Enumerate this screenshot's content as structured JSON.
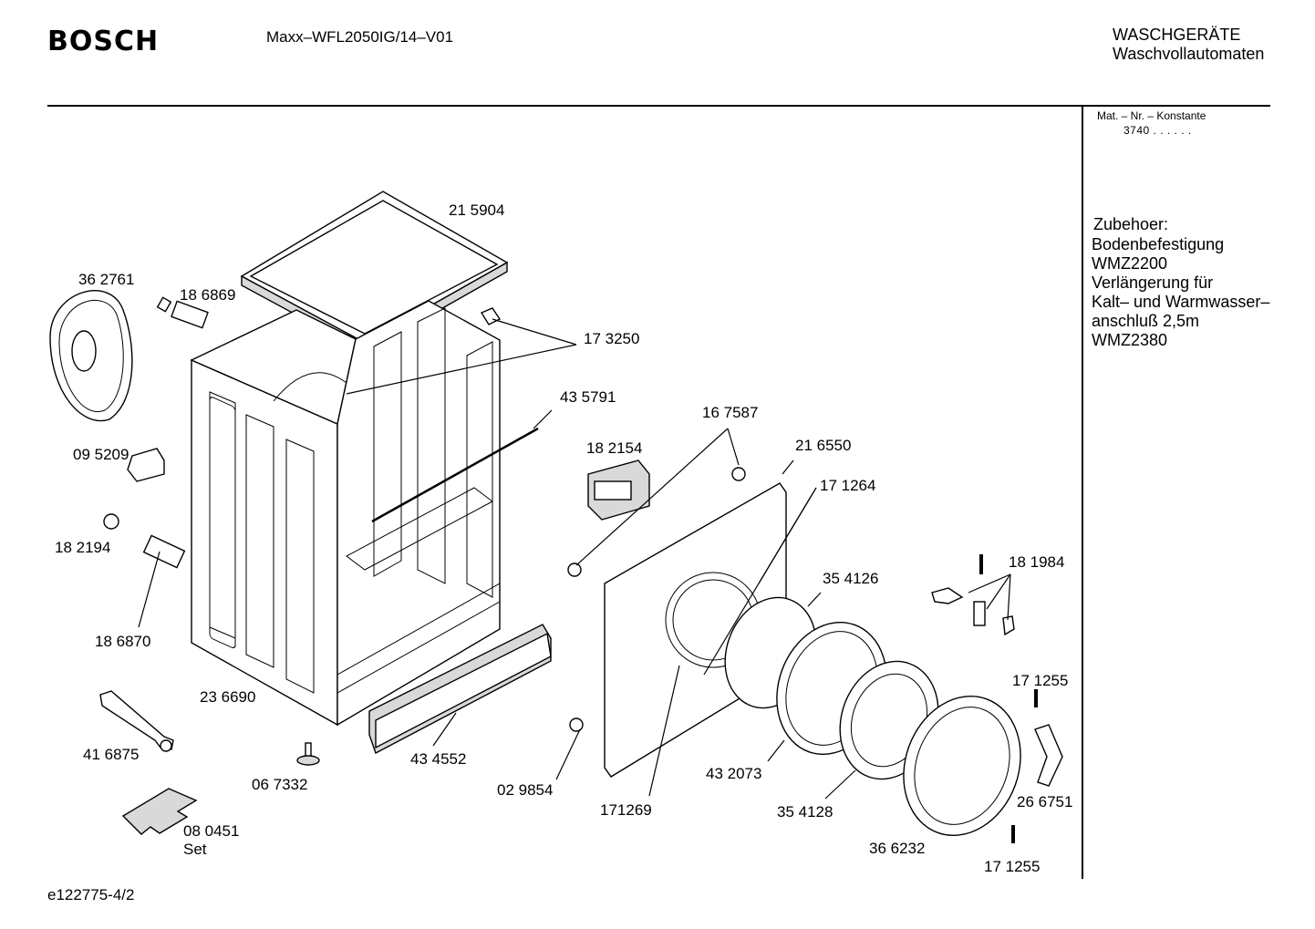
{
  "header": {
    "brand": "BOSCH",
    "model": "Maxx–WFL2050IG/14–V01",
    "category_line1": "WASCHGERÄTE",
    "category_line2": "Waschvollautomaten"
  },
  "sidebar": {
    "mat_label": "Mat. – Nr. – Konstante",
    "mat_value": "3740  .  .     .  .  .  .",
    "accessories": [
      "Zubehoer:",
      "Bodenbefestigung",
      "WMZ2200",
      "Verlängerung für",
      "Kalt– und Warmwasser–",
      "anschluß 2,5m",
      "WMZ2380"
    ]
  },
  "parts": [
    {
      "id": "215904",
      "label": "21 5904"
    },
    {
      "id": "362761",
      "label": "36 2761"
    },
    {
      "id": "186869",
      "label": "18 6869"
    },
    {
      "id": "173250",
      "label": "17 3250"
    },
    {
      "id": "435791",
      "label": "43 5791"
    },
    {
      "id": "167587",
      "label": "16 7587"
    },
    {
      "id": "182154",
      "label": "18 2154"
    },
    {
      "id": "216550",
      "label": "21 6550"
    },
    {
      "id": "095209",
      "label": "09 5209"
    },
    {
      "id": "171264",
      "label": "17 1264"
    },
    {
      "id": "182194",
      "label": "18 2194"
    },
    {
      "id": "181984",
      "label": "18 1984"
    },
    {
      "id": "354126",
      "label": "35 4126"
    },
    {
      "id": "186870",
      "label": "18 6870"
    },
    {
      "id": "236690",
      "label": "23 6690"
    },
    {
      "id": "171255a",
      "label": "17 1255"
    },
    {
      "id": "416875",
      "label": "41 6875"
    },
    {
      "id": "434552",
      "label": "43 4552"
    },
    {
      "id": "432073",
      "label": "43 2073"
    },
    {
      "id": "067332",
      "label": "06 7332"
    },
    {
      "id": "029854",
      "label": "02 9854"
    },
    {
      "id": "267751",
      "label": "26 6751"
    },
    {
      "id": "171269",
      "label": "171269"
    },
    {
      "id": "354128",
      "label": "35 4128"
    },
    {
      "id": "080451",
      "label": "08 0451"
    },
    {
      "id": "080451set",
      "label": "Set"
    },
    {
      "id": "366232",
      "label": "36 6232"
    },
    {
      "id": "171255b",
      "label": "17 1255"
    }
  ],
  "footer": {
    "code": "e122775-4/2"
  }
}
